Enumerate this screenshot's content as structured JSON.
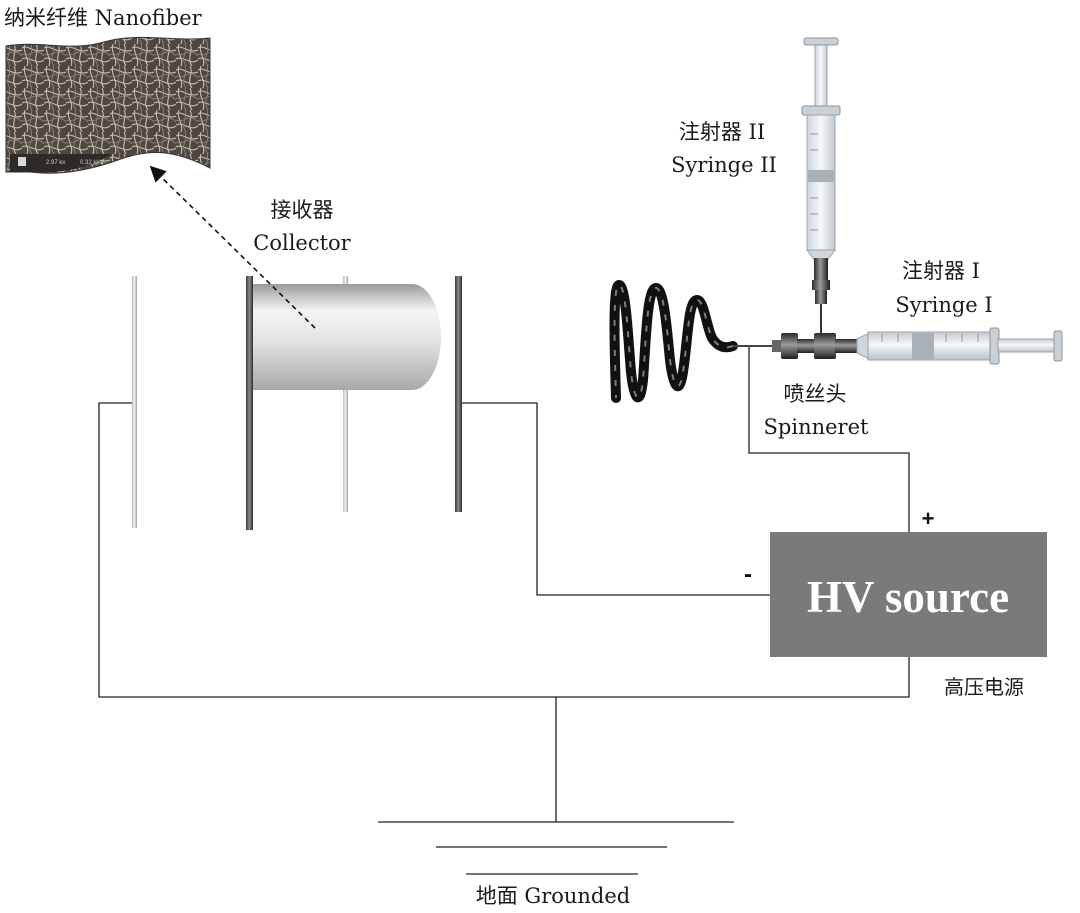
{
  "labels": {
    "nanofiber": "纳米纤维 Nanofiber",
    "collector_cn": "接收器",
    "collector_en": "Collector",
    "syringe2_cn": "注射器 II",
    "syringe2_en": "Syringe II",
    "syringe1_cn": "注射器 I",
    "syringe1_en": "Syringe I",
    "spinneret_cn": "喷丝头",
    "spinneret_en": "Spinneret",
    "hv_source": "HV source",
    "hv_cn": "高压电源",
    "plus": "+",
    "minus": "-",
    "ground": "地面 Grounded"
  },
  "sem_bar": {
    "left_value": "2.97 kx",
    "right_value": "0.32 kkV"
  },
  "colors": {
    "hv_box": "#7a7a7a",
    "wire": "#222222",
    "fiber_mat": "#6b6259",
    "collector_drum": "#d9d9d9"
  }
}
